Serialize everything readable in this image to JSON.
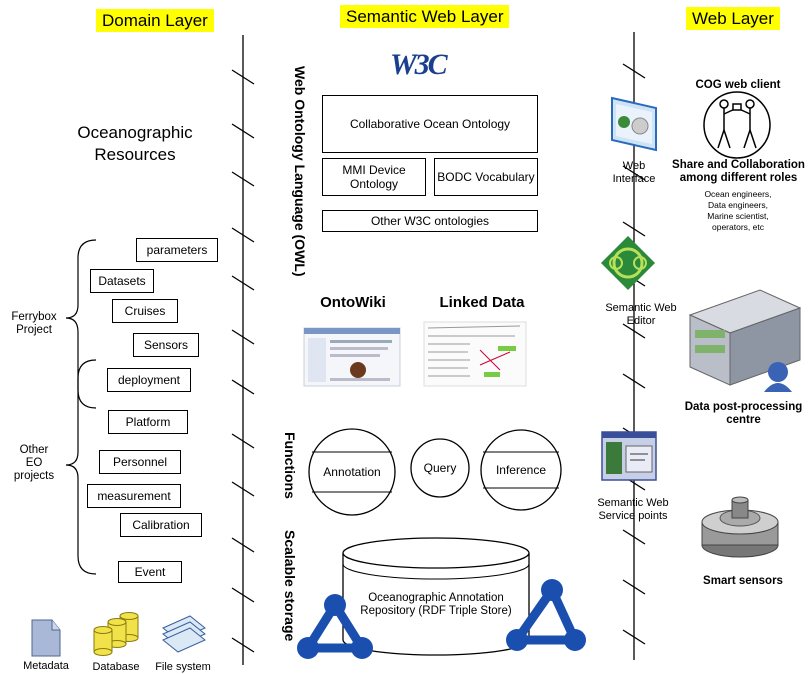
{
  "headers": {
    "domain": "Domain Layer",
    "semantic": "Semantic Web Layer",
    "web": "Web Layer"
  },
  "domain": {
    "title": "Oceanographic Resources",
    "groups": {
      "ferrybox": "Ferrybox Project",
      "other": "Other EO projects"
    },
    "items": [
      "parameters",
      "Datasets",
      "Cruises",
      "Sensors",
      "deployment",
      "Platform",
      "Personnel",
      "measurement",
      "Calibration",
      "Event"
    ],
    "bottom_icons": {
      "metadata": "Metadata",
      "database": "Database",
      "filesystem": "File system"
    }
  },
  "semantic": {
    "w3c_logo": "W3C",
    "owl_label": "Web Ontology Language (OWL)",
    "coo": "Collaborative Ocean Ontology",
    "mmi": "MMI Device Ontology",
    "bodc": "BODC Vocabulary",
    "other_w3c": "Other W3C ontologies",
    "ontowiki": "OntoWiki",
    "linked_data": "Linked Data",
    "functions_label": "Functions",
    "functions": [
      "Annotation",
      "Query",
      "Inference"
    ],
    "storage_label": "Scalable storage",
    "repository": "Oceanographic Annotation Repository (RDF Triple Store)"
  },
  "web": {
    "web_interface": "Web Interface",
    "semantic_editor": "Semantic Web Editor",
    "service_points": "Semantic Web Service points",
    "cog_client": "COG web client",
    "share_title": "Share and Collaboration among different roles",
    "roles": "Ocean engineers, Data engineers, Marine scientist, operators, etc",
    "post_processing": "Data post-processing centre",
    "smart_sensors": "Smart sensors"
  }
}
